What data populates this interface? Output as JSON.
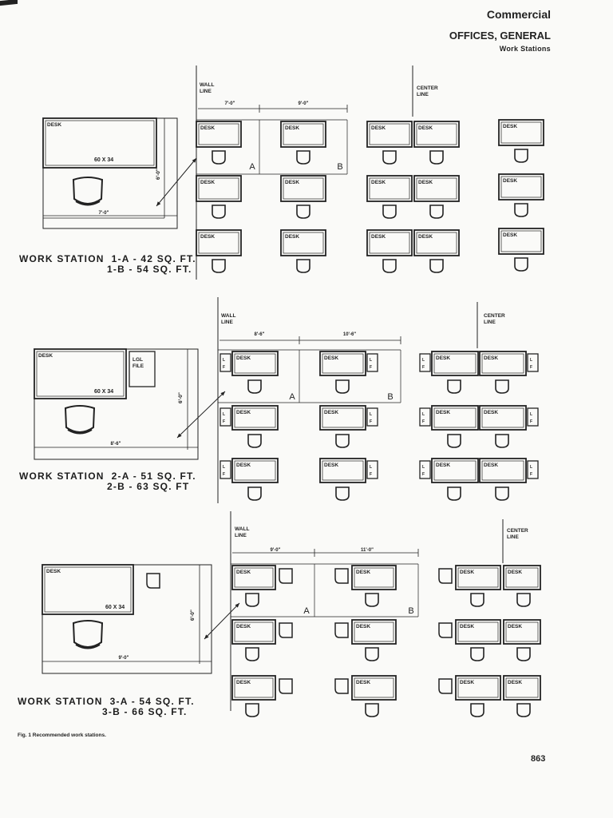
{
  "header": {
    "category": "Commercial",
    "title": "OFFICES, GENERAL",
    "subtitle": "Work Stations"
  },
  "labels": {
    "desk": "DESK",
    "desk_size": "60 X 34",
    "wall_line": "WALL LINE",
    "center_line": "CENTER LINE",
    "lgl_file": "LGL FILE",
    "lf": "L F",
    "a": "A",
    "b": "B",
    "depth": "6'-0\""
  },
  "stations": [
    {
      "id": "1",
      "label_a": "WORK STATION  1-A - 42 SQ. FT.",
      "label_b": "1-B - 54 SQ. FT.",
      "width_detail": "7'-0\"",
      "dim_a": "7'-0\"",
      "dim_b": "9'-0\""
    },
    {
      "id": "2",
      "label_a": "WORK STATION  2-A - 51 SQ. FT.",
      "label_b": "2-B - 63 SQ. FT",
      "width_detail": "8'-6\"",
      "dim_a": "8'-6\"",
      "dim_b": "10'-6\""
    },
    {
      "id": "3",
      "label_a": "WORK STATION  3-A - 54 SQ. FT.",
      "label_b": "3-B - 66 SQ. FT.",
      "width_detail": "9'-0\"",
      "dim_a": "9'-0\"",
      "dim_b": "11'-0\""
    }
  ],
  "caption": "Fig. 1  Recommended work stations.",
  "page_number": "863"
}
